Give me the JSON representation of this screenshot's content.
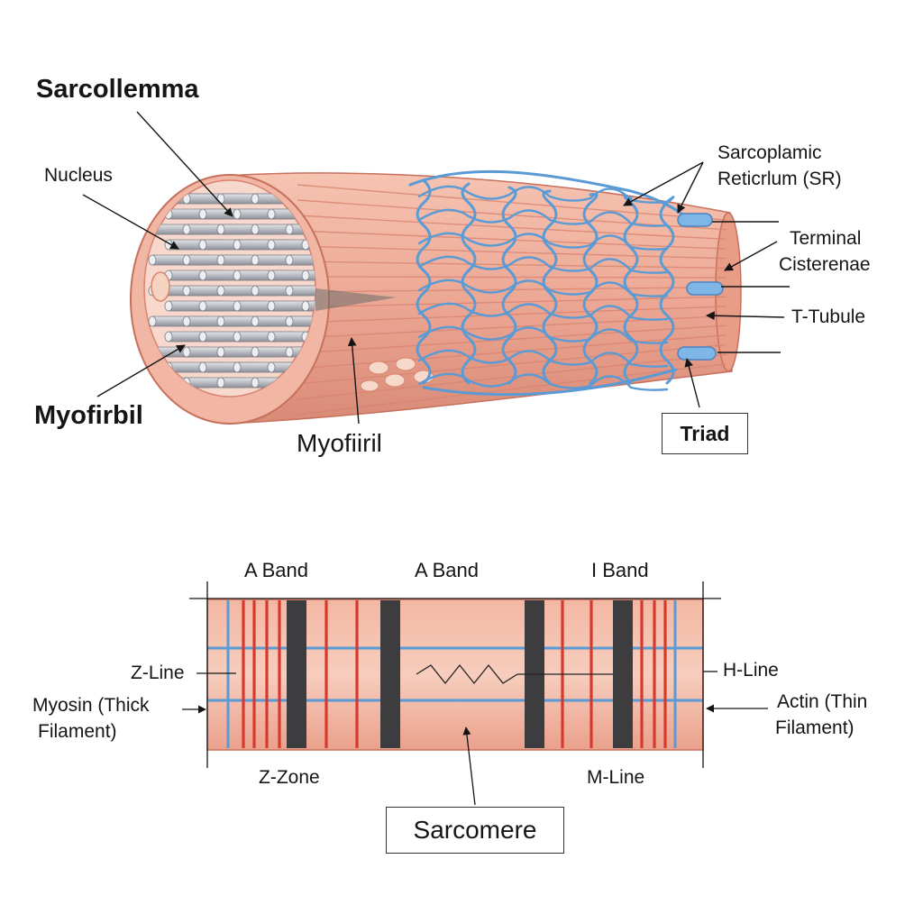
{
  "fiber": {
    "sarcolemma_label": "Sarcollemma",
    "nucleus_label": "Nucleus",
    "myofibril_left_label": "Myofirbil",
    "myofibril_center_label": "Myofiiril",
    "sr_label_line1": "Sarcoplamic",
    "sr_label_line2": "Reticrlum (SR)",
    "terminal_label_line1": "Terminal",
    "terminal_label_line2": "Cisterenae",
    "ttubule_label": "T-Tubule",
    "triad_label": "Triad"
  },
  "sarcomere": {
    "band_labels": [
      "A Band",
      "A Band",
      "I Band"
    ],
    "zline_label": "Z-Line",
    "myosin_label_line1": "Myosin (Thick",
    "myosin_label_line2": "Filament)",
    "hline_label": "H-Line",
    "actin_label_line1": "Actin (Thin",
    "actin_label_line2": "Filament)",
    "zzone_label": "Z-Zone",
    "mline_label": "M-Line",
    "sarcomere_label": "Sarcomere"
  },
  "colors": {
    "muscle": "#eca895",
    "muscle_dark": "#c8725e",
    "sr_blue": "#5b9bd5",
    "myofibril_gray": "#b9bcc2",
    "thin_red": "#d63a2f",
    "thick_dark": "#3d3d3f"
  }
}
